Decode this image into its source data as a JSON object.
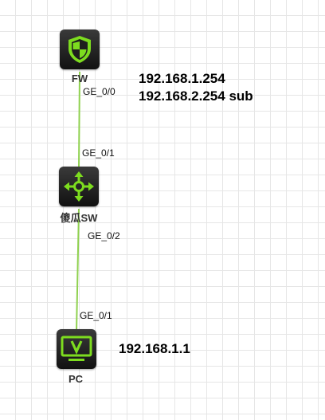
{
  "colors": {
    "link": "#8fd14f",
    "icon_green": "#7ddc1f",
    "device_bg": "#1e1e1e"
  },
  "devices": {
    "fw": {
      "label": "FW",
      "icon": "firewall-shield-icon"
    },
    "sw": {
      "label": "傻瓜SW",
      "icon": "switch-arrows-icon"
    },
    "pc": {
      "label": "PC",
      "icon": "monitor-icon"
    }
  },
  "ports": {
    "fw_ge0_0": "GE_0/0",
    "sw_ge0_1": "GE_0/1",
    "sw_ge0_2": "GE_0/2",
    "pc_ge0_1": "GE_0/1"
  },
  "notes": {
    "fw_ip_line1": "192.168.1.254",
    "fw_ip_line2": "192.168.2.254 sub",
    "pc_ip": "192.168.1.1"
  }
}
